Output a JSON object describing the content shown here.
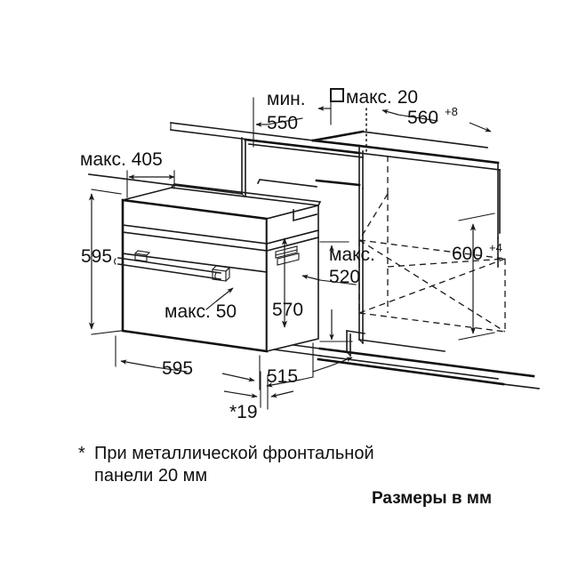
{
  "drawing": {
    "title": "Built-in oven installation dimension drawing",
    "units_note": "Размеры в мм",
    "footnote_marker": "*",
    "footnote_line1": "При металлической фронтальной",
    "footnote_line2": "панели 20 мм",
    "stroke_color": "#1a1a1a",
    "background_color": "#ffffff"
  },
  "dimensions": {
    "niche_depth_min": {
      "prefix": "мин.",
      "value": "550"
    },
    "gap_max": {
      "prefix": "макс. 20",
      "symbol": "square"
    },
    "niche_width": {
      "value": "560",
      "tolerance": "+8"
    },
    "niche_height": {
      "value": "600",
      "tolerance": "+4"
    },
    "top_offset_max": {
      "prefix": "макс. 405"
    },
    "oven_height": {
      "value": "595"
    },
    "oven_width": {
      "value": "595"
    },
    "oven_depth": {
      "value": "515"
    },
    "door_front_height": {
      "value": "570"
    },
    "shelf_depth_max": {
      "prefix": "макс.",
      "value": "520"
    },
    "handle_clearance_max": {
      "prefix": "макс. 50"
    },
    "front_panel_thickness": {
      "marker": "*",
      "value": "19"
    }
  },
  "labels": {
    "min_550_line1": "мин.",
    "min_550_line2": "550",
    "max_20": "макс. 20",
    "w_560": "560",
    "w_560_sup": "+8",
    "h_600": "600",
    "h_600_sup": "+4",
    "max_405": "макс. 405",
    "h_595": "595",
    "w_595": "595",
    "d_515": "515",
    "h_570": "570",
    "max_line1": "макс.",
    "max_line2": "520",
    "max_50": "макс. 50",
    "star_19": "*19",
    "units": "Размеры в мм",
    "note_star": "*",
    "note_1": "При металлической фронтальной",
    "note_2": "панели 20 мм"
  }
}
